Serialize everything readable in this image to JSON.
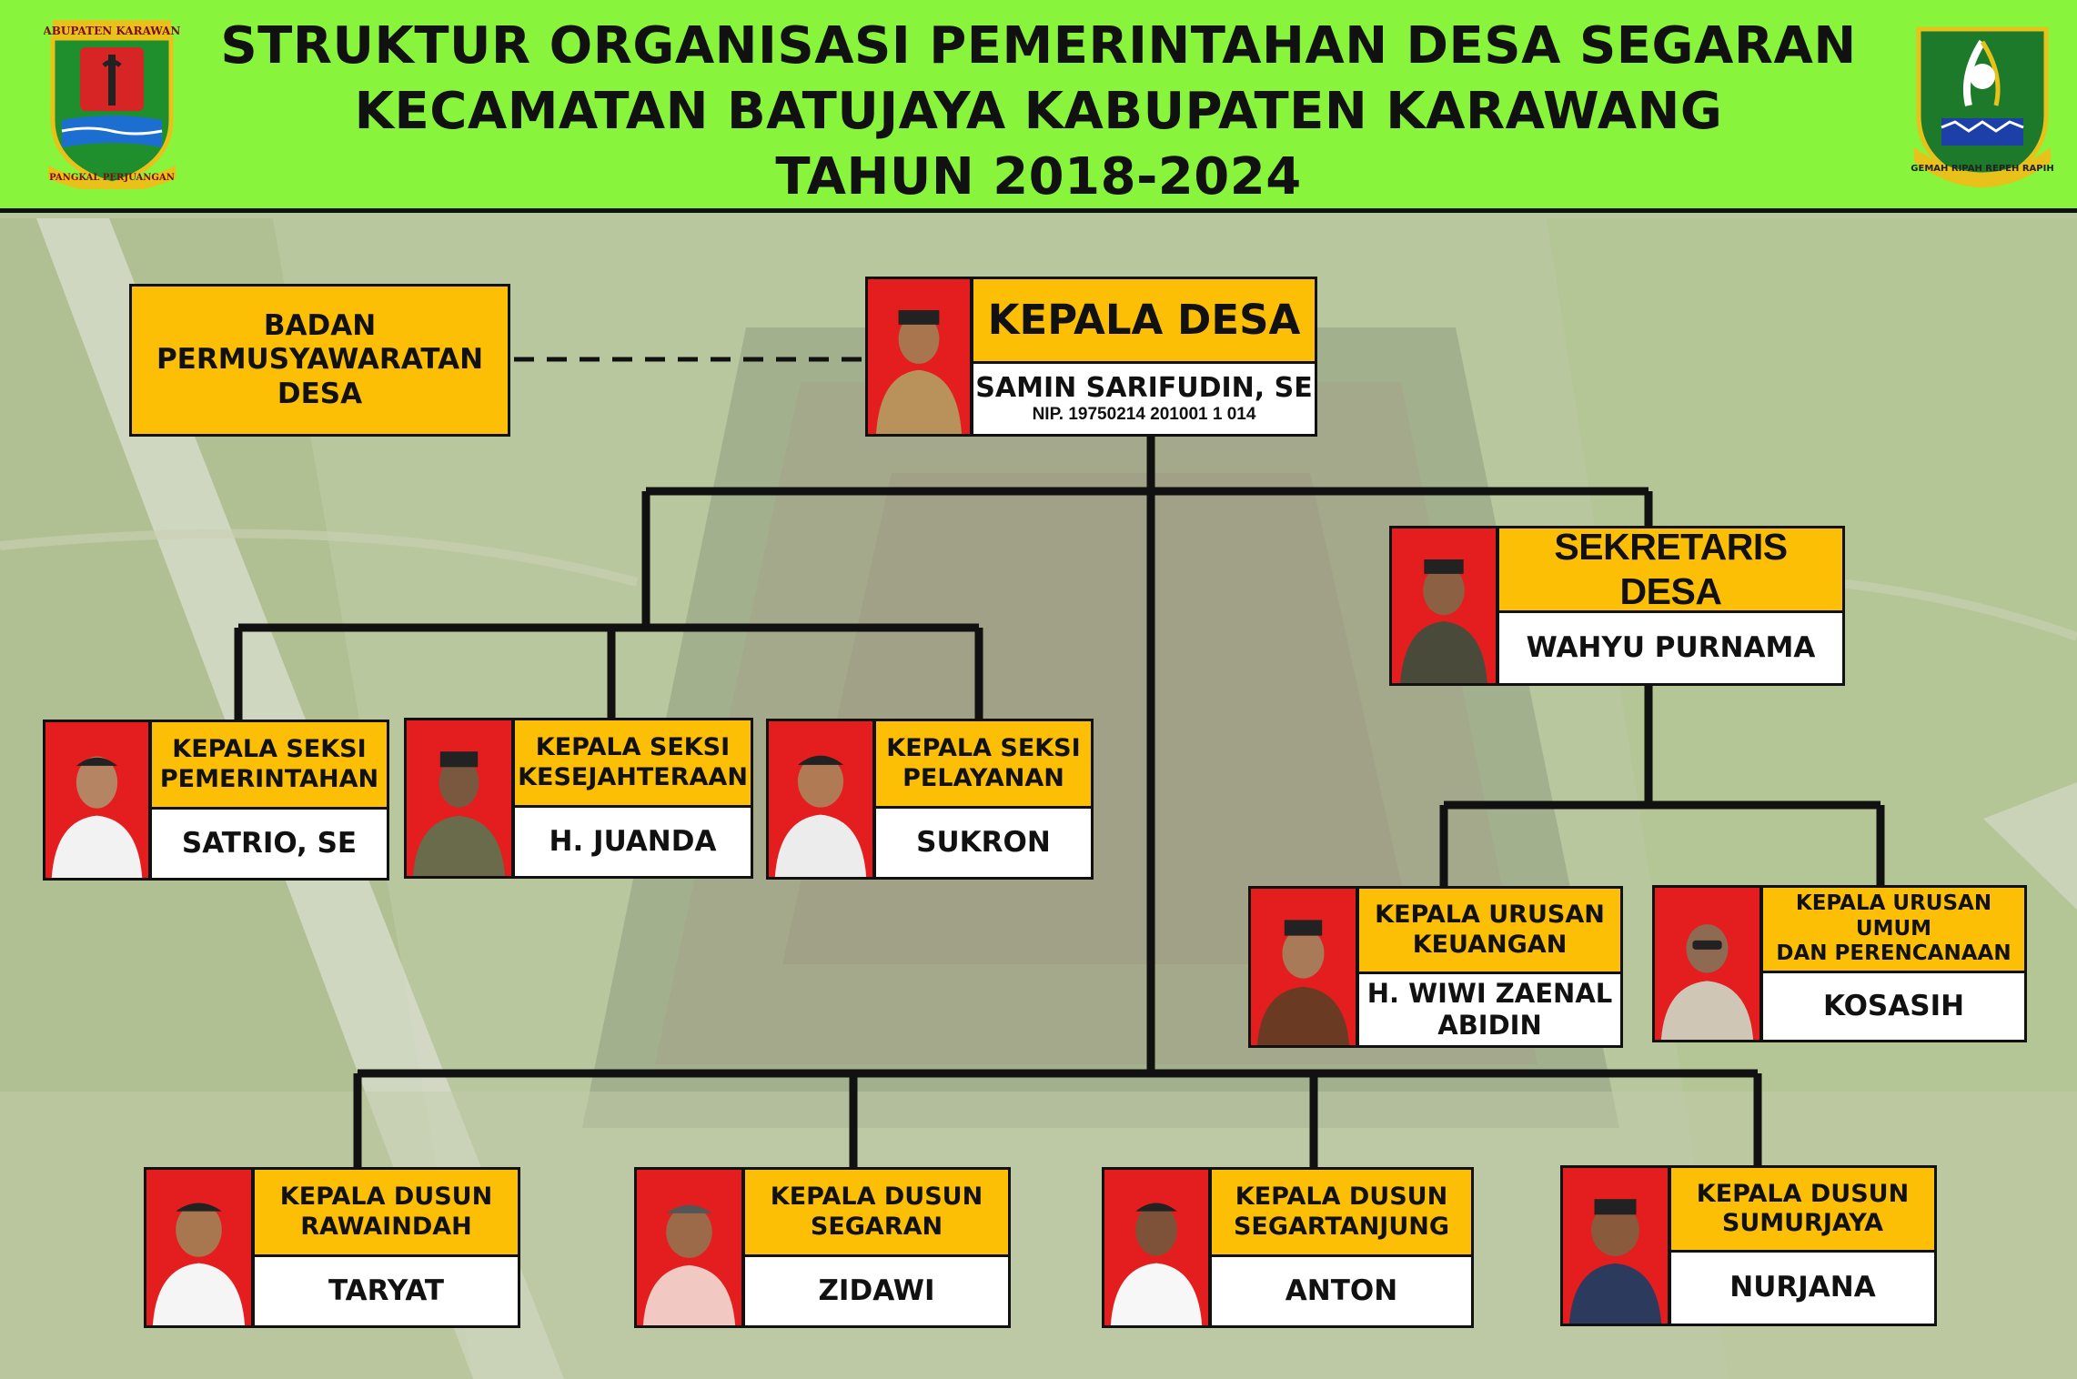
{
  "header": {
    "title_line1": "STRUKTUR ORGANISASI PEMERINTAHAN DESA SEGARAN",
    "title_line2": "KECAMATAN BATUJAYA KABUPATEN KARAWANG",
    "title_line3": "TAHUN 2018-2024",
    "logo_left_text_top": "KABUPATEN KARAWANG",
    "logo_left_text_bottom": "PANGKAL PERJUANGAN",
    "logo_right_text": "GEMAH RIPAH REPEH RAPIH"
  },
  "bpd": {
    "label": "BADAN\nPERMUSYAWARATAN\nDESA"
  },
  "kepala_desa": {
    "position": "KEPALA DESA",
    "name": "SAMIN SARIFUDIN, SE",
    "nip": "NIP. 19750214 201001 1 014"
  },
  "sekretaris": {
    "position": "SEKRETARIS DESA",
    "name": "WAHYU PURNAMA"
  },
  "seksi": [
    {
      "position": "KEPALA SEKSI\nPEMERINTAHAN",
      "name": "SATRIO, SE"
    },
    {
      "position": "KEPALA SEKSI\nKESEJAHTERAAN",
      "name": "H. JUANDA"
    },
    {
      "position": "KEPALA SEKSI\nPELAYANAN",
      "name": "SUKRON"
    }
  ],
  "urusan": [
    {
      "position": "KEPALA URUSAN\nKEUANGAN",
      "name": "H. WIWI ZAENAL\nABIDIN"
    },
    {
      "position": "KEPALA URUSAN UMUM\nDAN PERENCANAAN",
      "name": "KOSASIH"
    }
  ],
  "dusun": [
    {
      "position": "KEPALA DUSUN\nRAWAINDAH",
      "name": "TARYAT"
    },
    {
      "position": "KEPALA DUSUN\nSEGARAN",
      "name": "ZIDAWI"
    },
    {
      "position": "KEPALA DUSUN\nSEGARTANJUNG",
      "name": "ANTON"
    },
    {
      "position": "KEPALA DUSUN\nSUMURJAYA",
      "name": "NURJANA"
    }
  ],
  "colors": {
    "header_bg": "#88f43c",
    "box_yellow": "#fcbf05",
    "photo_bg": "#e41e1e",
    "line": "#111111"
  }
}
